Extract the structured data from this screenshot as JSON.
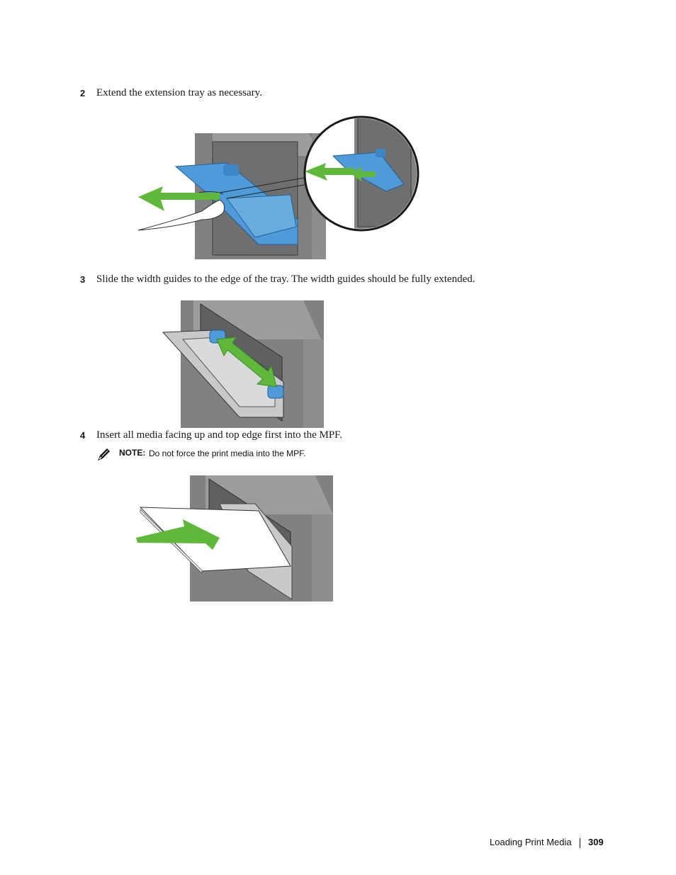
{
  "steps": [
    {
      "number": "2",
      "text": "Extend the extension tray as necessary."
    },
    {
      "number": "3",
      "text": "Slide the width guides to the edge of the tray. The width guides should be fully extended."
    },
    {
      "number": "4",
      "text": "Insert all media facing up and top edge first into the MPF."
    }
  ],
  "note": {
    "label": "NOTE:",
    "text": "Do not force the print media into the MPF."
  },
  "footer": {
    "section": "Loading Print Media",
    "page_number": "309"
  },
  "colors": {
    "tray_blue": "#4f9ad8",
    "arrow_green": "#5fb83a",
    "printer_gray": "#7f8183"
  }
}
